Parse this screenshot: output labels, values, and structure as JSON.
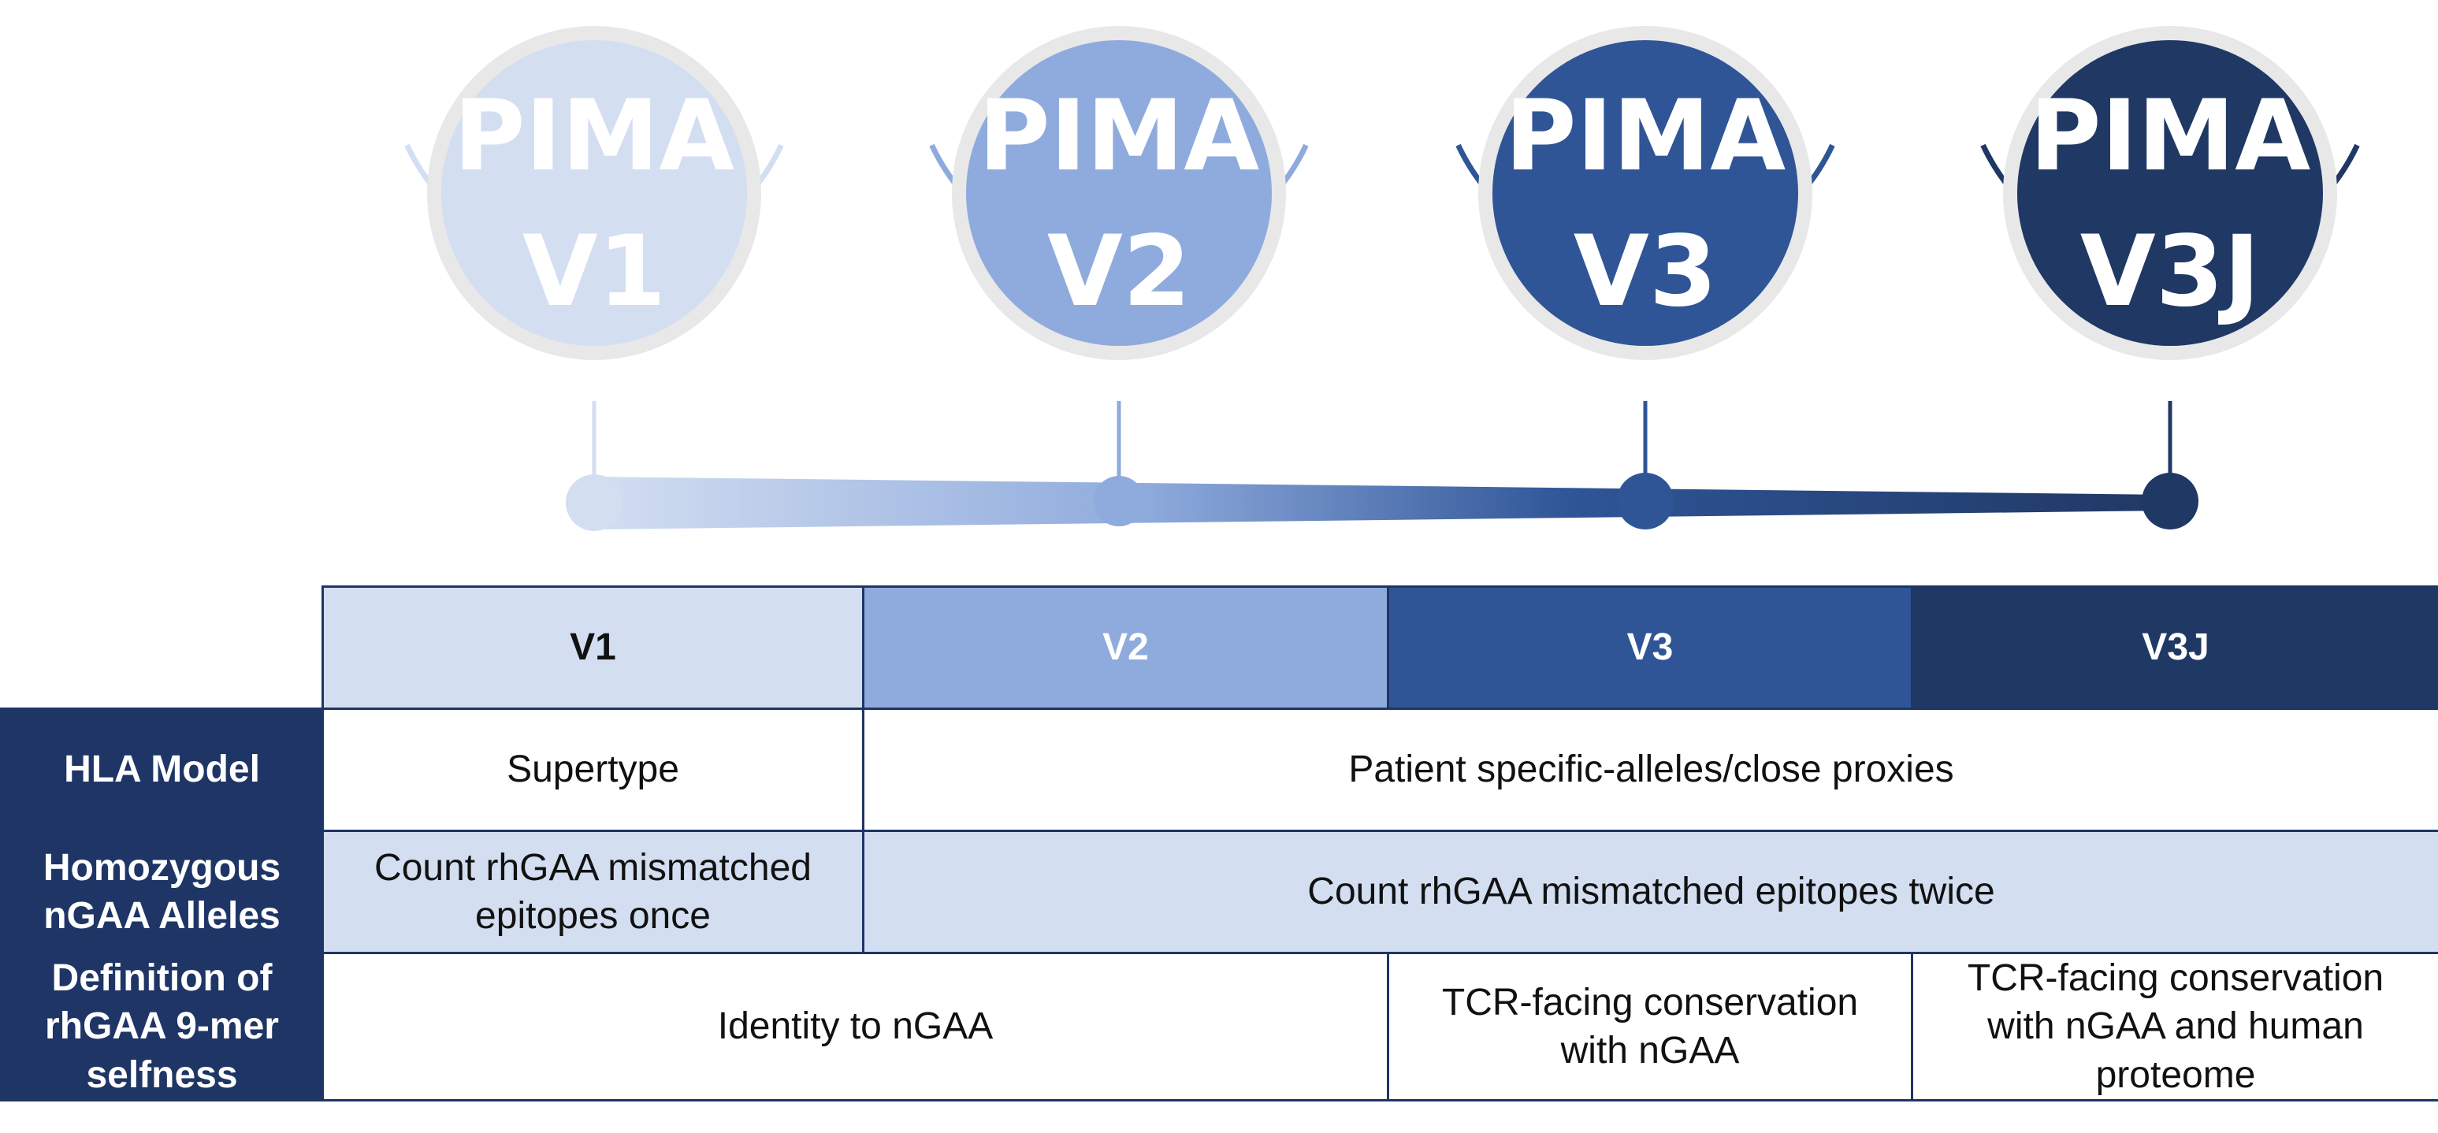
{
  "versions": [
    {
      "id": "v1",
      "line1": "PIMA",
      "line2": "V1",
      "color": "#d3def1",
      "ring": "#d3def1"
    },
    {
      "id": "v2",
      "line1": "PIMA",
      "line2": "V2",
      "color": "#8fabdd",
      "ring": "#8fabdd"
    },
    {
      "id": "v3",
      "line1": "PIMA",
      "line2": "V3",
      "color": "#2f5597",
      "ring": "#2f5597"
    },
    {
      "id": "v3j",
      "line1": "PIMA",
      "line2": "V3J",
      "color": "#203864",
      "ring": "#203864"
    }
  ],
  "table": {
    "headers": [
      "V1",
      "V2",
      "V3",
      "V3J"
    ],
    "rows": [
      {
        "label": "HLA Model",
        "cells": [
          "Supertype",
          "Patient specific-alleles/close proxies"
        ]
      },
      {
        "label_lines": [
          "Homozygous",
          "nGAA Alleles"
        ],
        "cells_lines": [
          [
            "Count rhGAA mismatched",
            "epitopes once"
          ],
          [
            "Count rhGAA mismatched epitopes twice"
          ]
        ]
      },
      {
        "label_lines": [
          "Definition of",
          "rhGAA 9-mer",
          "selfness"
        ],
        "cells_lines": [
          [
            "Identity to nGAA"
          ],
          [
            "TCR-facing conservation",
            "with nGAA"
          ],
          [
            "TCR-facing conservation",
            "with nGAA and human",
            "proteome"
          ]
        ]
      }
    ]
  },
  "colors": {
    "border": "#1e3566",
    "light_fill": "#d3def1",
    "circle_rim": "#e8e8e8"
  }
}
